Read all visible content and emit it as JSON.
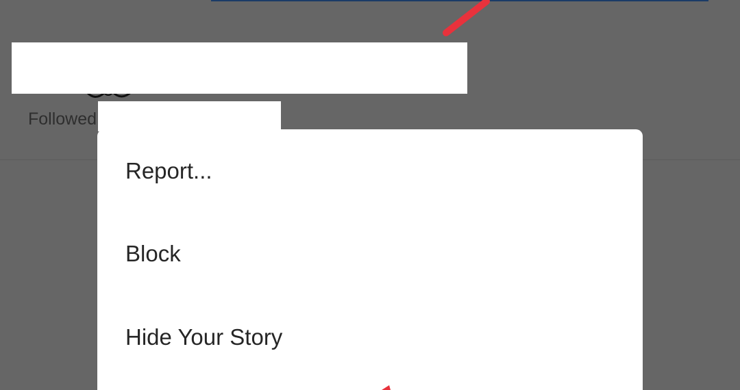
{
  "background": {
    "followed_by_text": "Followed"
  },
  "menu": {
    "items": [
      {
        "label": "Report..."
      },
      {
        "label": "Block"
      },
      {
        "label": "Hide Your Story"
      }
    ]
  },
  "colors": {
    "overlay": "#666666",
    "menu_background": "#ffffff",
    "menu_text": "#262626",
    "annotation_red": "#e8323c",
    "top_bar": "#1b3b67"
  },
  "icons": {
    "annotation": "red-arrow-icon",
    "avatars": "mutual-follower-avatars-icon"
  }
}
